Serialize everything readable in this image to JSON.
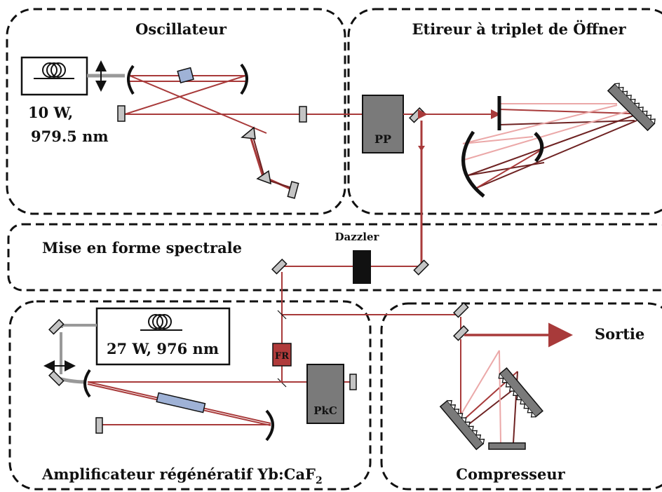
{
  "sections": {
    "oscillator": "Oscillateur",
    "stretcher": "Etireur à triplet de Öffner",
    "shaping": "Mise en forme spectrale",
    "amplifier": "Amplificateur régénératif Yb:CaF",
    "amplifier_sub": "2",
    "compressor": "Compresseur"
  },
  "labels": {
    "pump1_power": "10 W,",
    "pump1_wavelength": "979.5 nm",
    "pump2": "27 W, 976 nm",
    "pulse_picker": "PP",
    "dazzler": "Dazzler",
    "faraday_rotator": "FR",
    "pockels_cell": "PkC",
    "output": "Sortie"
  },
  "colors": {
    "beam": "#a83a3a",
    "beam_light": "#eba8a8",
    "beam_dark": "#6e2222",
    "box_gray": "#7a7a7a",
    "mirror_gray": "#c4c4c4",
    "crystal_blue": "#9fb2d6",
    "fr_red": "#b03a3a",
    "dazzler_black": "#111111"
  },
  "icons": [
    "fiber-coil-icon",
    "double-arrow-icon",
    "prism-icon",
    "grating-icon"
  ]
}
